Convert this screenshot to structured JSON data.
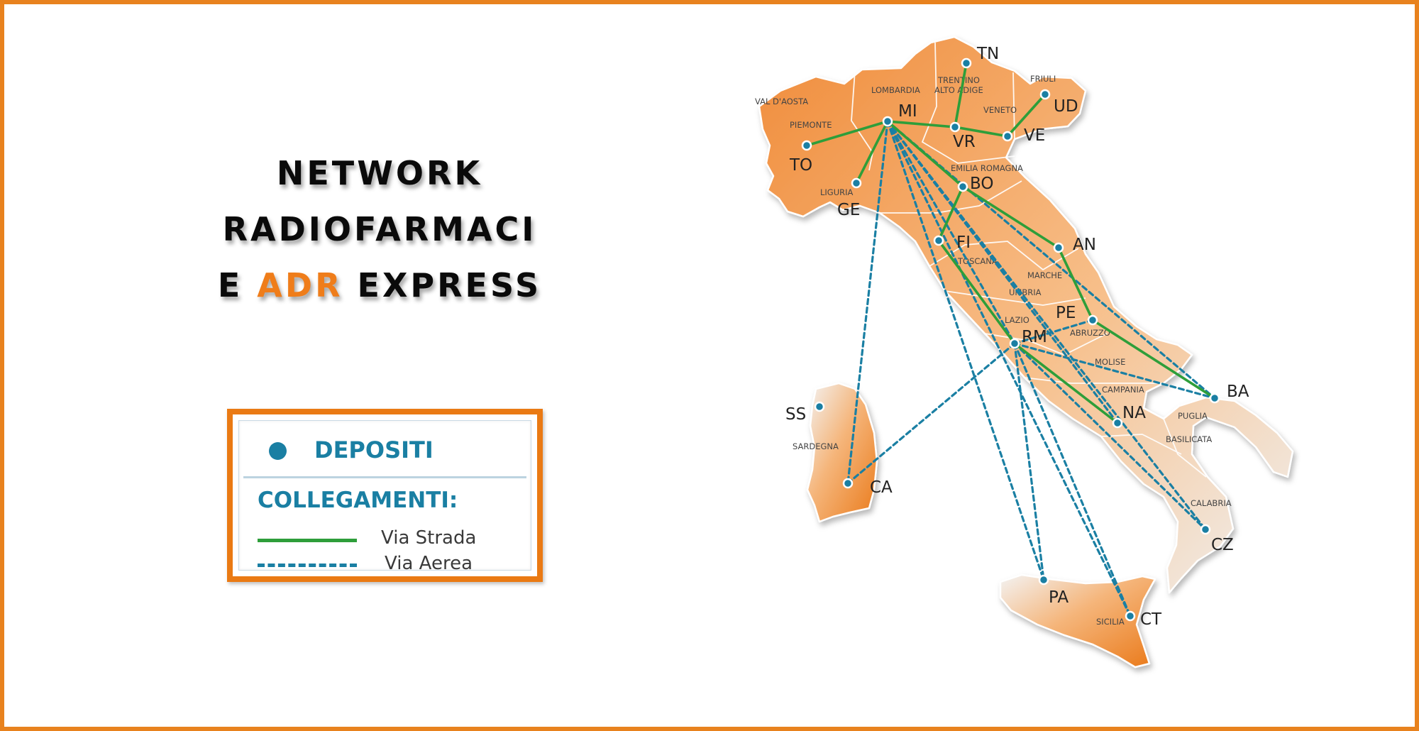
{
  "title": {
    "line1": "NETWORK",
    "line2": "RADIOFARMACI",
    "line3_pre": "E ",
    "line3_accent": "ADR",
    "line3_post": " EXPRESS"
  },
  "legend": {
    "depositi": "DEPOSITI",
    "collegamenti": "COLLEGAMENTI:",
    "via_strada": "Via Strada",
    "via_aerea": "Via Aerea"
  },
  "colors": {
    "frame": "#e8821e",
    "accent": "#ef7d1a",
    "road": "#2e9e3a",
    "air": "#1a7fa3",
    "depot": "#1a7fa3"
  },
  "icons": {
    "depot": "filled-circle-icon"
  },
  "depots": [
    {
      "code": "TN"
    },
    {
      "code": "UD"
    },
    {
      "code": "MI"
    },
    {
      "code": "VR"
    },
    {
      "code": "VE"
    },
    {
      "code": "TO"
    },
    {
      "code": "GE"
    },
    {
      "code": "BO"
    },
    {
      "code": "FI"
    },
    {
      "code": "AN"
    },
    {
      "code": "PE"
    },
    {
      "code": "RM"
    },
    {
      "code": "BA"
    },
    {
      "code": "NA"
    },
    {
      "code": "SS"
    },
    {
      "code": "CA"
    },
    {
      "code": "CZ"
    },
    {
      "code": "PA"
    },
    {
      "code": "CT"
    }
  ],
  "regions": [
    "VAL D'AOSTA",
    "LOMBARDIA",
    "TRENTINO",
    "ALTO ADIGE",
    "FRIULI",
    "PIEMONTE",
    "VENETO",
    "EMILIA ROMAGNA",
    "LIGURIA",
    "TOSCANA",
    "MARCHE",
    "UMBRIA",
    "LAZIO",
    "ABRUZZO",
    "MOLISE",
    "CAMPANIA",
    "PUGLIA",
    "BASILICATA",
    "SARDEGNA",
    "CALABRIA",
    "SICILIA"
  ],
  "road_links": [
    [
      "MI",
      "TO"
    ],
    [
      "MI",
      "GE"
    ],
    [
      "MI",
      "VR"
    ],
    [
      "VR",
      "TN"
    ],
    [
      "VR",
      "VE"
    ],
    [
      "VE",
      "UD"
    ],
    [
      "MI",
      "BO"
    ],
    [
      "BO",
      "FI"
    ],
    [
      "BO",
      "AN"
    ],
    [
      "AN",
      "PE"
    ],
    [
      "PE",
      "BA"
    ],
    [
      "FI",
      "RM"
    ],
    [
      "RM",
      "NA"
    ]
  ],
  "air_links": [
    [
      "MI",
      "CA"
    ],
    [
      "MI",
      "PA"
    ],
    [
      "MI",
      "CT"
    ],
    [
      "MI",
      "NA"
    ],
    [
      "MI",
      "BA"
    ],
    [
      "MI",
      "CZ"
    ],
    [
      "MI",
      "RM"
    ],
    [
      "RM",
      "CA"
    ],
    [
      "RM",
      "PA"
    ],
    [
      "RM",
      "CT"
    ],
    [
      "RM",
      "BA"
    ],
    [
      "RM",
      "CZ"
    ],
    [
      "RM",
      "PE"
    ]
  ]
}
